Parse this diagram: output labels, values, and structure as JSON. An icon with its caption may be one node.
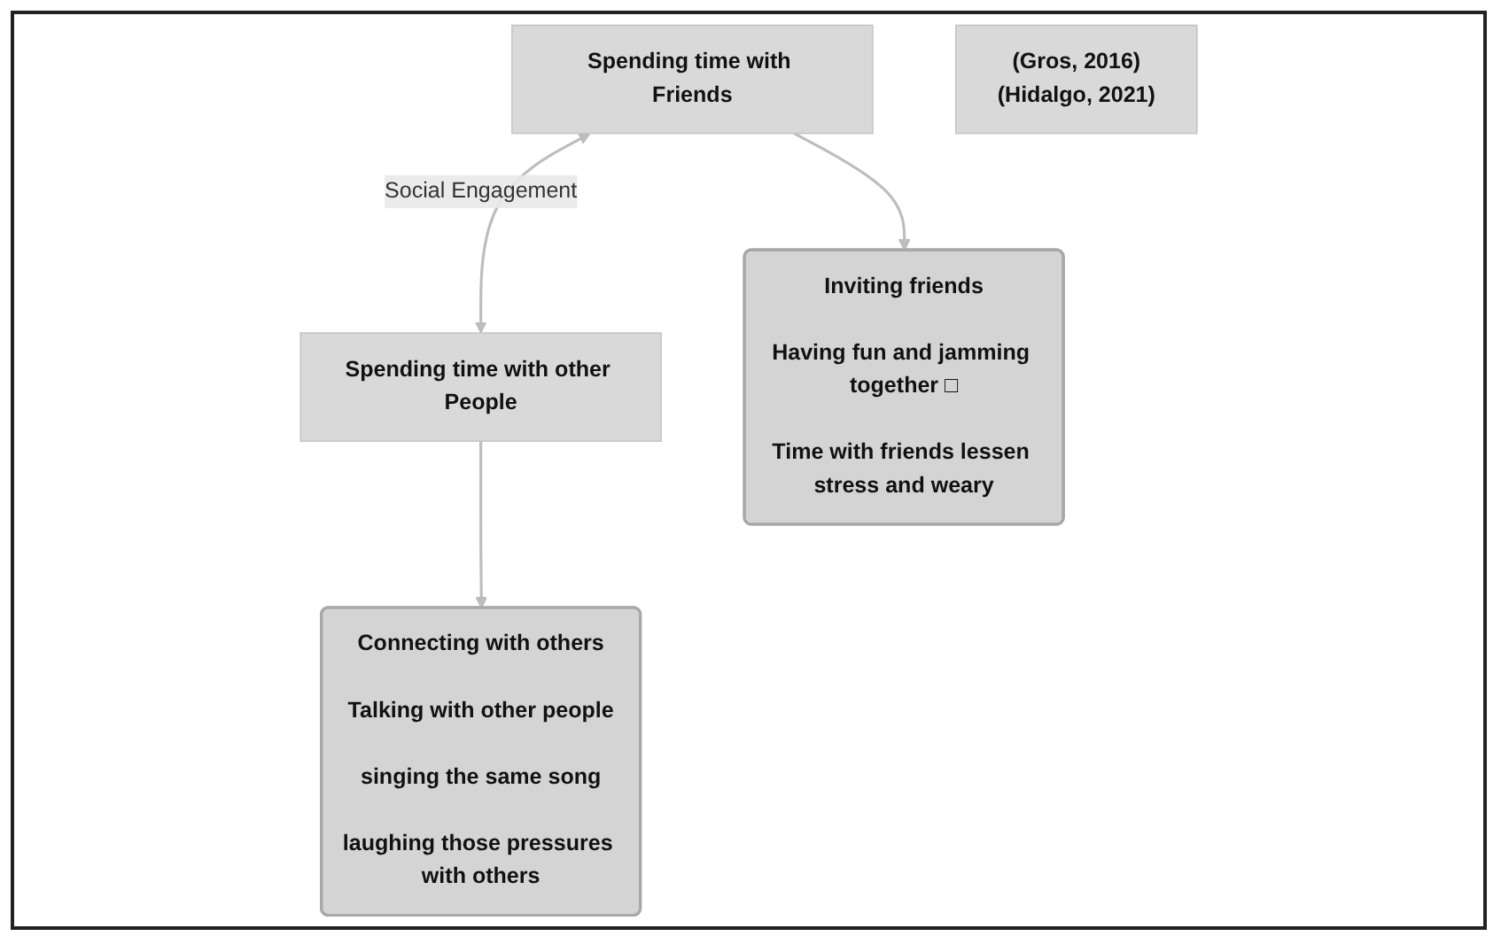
{
  "diagram": {
    "nodes": [
      {
        "text": [
          "Spending time with Friends"
        ]
      },
      {
        "text": [
          "Spending time with other People"
        ]
      },
      {
        "text": [
          "Inviting friends",
          "Having fun and jamming together □",
          "Time with friends lessen stress and weary"
        ]
      },
      {
        "text": [
          "Connecting with others",
          "Talking with other people",
          "singing the same song",
          "laughing those pressures with others"
        ]
      },
      {
        "text": [
          "(Gros, 2016)",
          "(Hidalgo, 2021)"
        ]
      }
    ],
    "edges": [
      {
        "from": 0,
        "to": 1,
        "arrow": "both",
        "label": "Social Engagement"
      },
      {
        "from": 0,
        "to": 2,
        "arrow": "to"
      },
      {
        "from": 1,
        "to": 3,
        "arrow": "to"
      }
    ]
  }
}
